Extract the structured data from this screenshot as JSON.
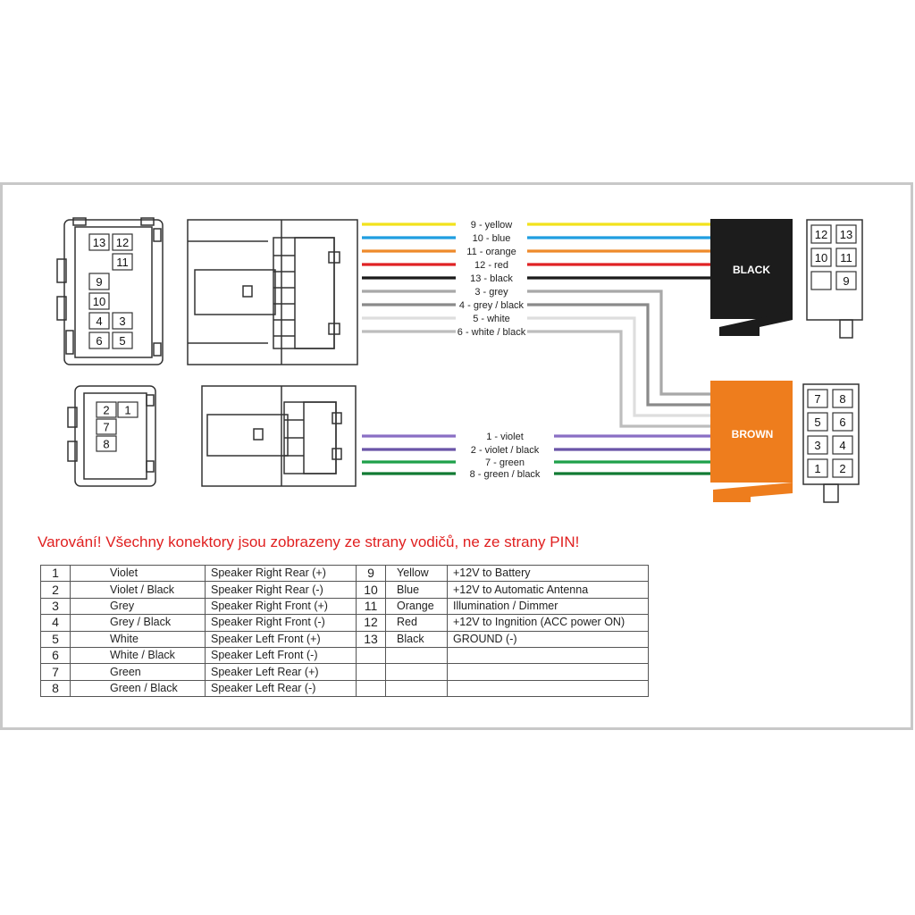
{
  "warning": "Varování! Všechny konektory jsou zobrazeny ze strany vodičů, ne ze strany PIN!",
  "plugs": {
    "black": {
      "label": "BLACK",
      "color": "#1c1c1c"
    },
    "brown": {
      "label": "BROWN",
      "color": "#ee7d1d"
    }
  },
  "wires": [
    {
      "label": "9 - yellow",
      "color": "#f2e21c"
    },
    {
      "label": "10 - blue",
      "color": "#1f9ee0"
    },
    {
      "label": "11 - orange",
      "color": "#ee8a2b"
    },
    {
      "label": "12 - red",
      "color": "#e02224"
    },
    {
      "label": "13 - black",
      "color": "#1a1a1a"
    },
    {
      "label": "3 - grey",
      "color": "#a8a8a8"
    },
    {
      "label": "4 - grey / black",
      "color": "#8a8a8a"
    },
    {
      "label": "5 - white",
      "color": "#dedede"
    },
    {
      "label": "6 - white / black",
      "color": "#bdbdbd"
    },
    {
      "label": "1 - violet",
      "color": "#8a6fc4"
    },
    {
      "label": "2 - violet / black",
      "color": "#6a55a8"
    },
    {
      "label": "7 - green",
      "color": "#1ea04a"
    },
    {
      "label": "8 - green / black",
      "color": "#117a33"
    }
  ],
  "left_connector_large_pins": [
    [
      "13",
      "12"
    ],
    [
      "",
      "11"
    ],
    [
      "9",
      ""
    ],
    [
      "10",
      ""
    ],
    [
      "4",
      "3"
    ],
    [
      "6",
      "5"
    ]
  ],
  "left_connector_small_pins": [
    [
      "2",
      "1"
    ],
    [
      "7",
      ""
    ],
    [
      "8",
      ""
    ]
  ],
  "black_plug_pins": [
    [
      "12",
      "13"
    ],
    [
      "10",
      "11"
    ],
    [
      "",
      "9"
    ]
  ],
  "brown_plug_pins": [
    [
      "7",
      "8"
    ],
    [
      "5",
      "6"
    ],
    [
      "3",
      "4"
    ],
    [
      "1",
      "2"
    ]
  ],
  "table": [
    {
      "pin": "1",
      "color": "Violet",
      "function": "Speaker Right Rear (+)",
      "pin2": "9",
      "color2": "Yellow",
      "function2": "+12V to Battery"
    },
    {
      "pin": "2",
      "color": "Violet / Black",
      "function": "Speaker Right Rear (-)",
      "pin2": "10",
      "color2": "Blue",
      "function2": "+12V to Automatic Antenna"
    },
    {
      "pin": "3",
      "color": "Grey",
      "function": "Speaker Right Front (+)",
      "pin2": "11",
      "color2": "Orange",
      "function2": "Illumination / Dimmer"
    },
    {
      "pin": "4",
      "color": "Grey / Black",
      "function": "Speaker Right Front (-)",
      "pin2": "12",
      "color2": "Red",
      "function2": "+12V to Ingnition (ACC power ON)"
    },
    {
      "pin": "5",
      "color": "White",
      "function": "Speaker Left Front (+)",
      "pin2": "13",
      "color2": "Black",
      "function2": "GROUND (-)"
    },
    {
      "pin": "6",
      "color": "White / Black",
      "function": "Speaker Left Front (-)",
      "pin2": "",
      "color2": "",
      "function2": ""
    },
    {
      "pin": "7",
      "color": "Green",
      "function": "Speaker Left Rear (+)",
      "pin2": "",
      "color2": "",
      "function2": ""
    },
    {
      "pin": "8",
      "color": "Green / Black",
      "function": "Speaker Left Rear (-)",
      "pin2": "",
      "color2": "",
      "function2": ""
    }
  ]
}
